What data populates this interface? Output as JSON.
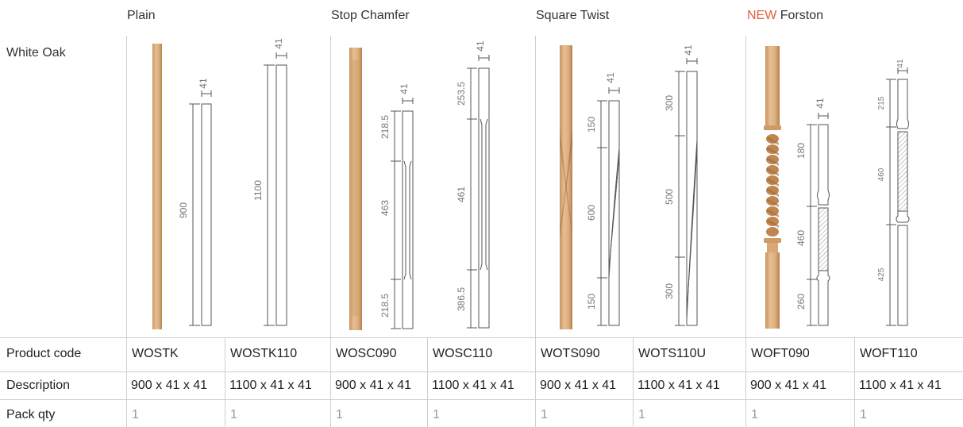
{
  "column_headers": {
    "plain": "Plain",
    "stop_chamfer": "Stop Chamfer",
    "square_twist": "Square Twist",
    "forston_new": "NEW",
    "forston": "Forston"
  },
  "species": "White Oak",
  "dimensions": {
    "width": "41",
    "wostk": "900",
    "wostk110": "1100",
    "wosc090": [
      "218.5",
      "463",
      "218.5"
    ],
    "wosc110": [
      "253.5",
      "461",
      "386.5"
    ],
    "wots090": [
      "150",
      "600",
      "150"
    ],
    "wots110": [
      "300",
      "500",
      "300"
    ],
    "woft090": [
      "180",
      "460",
      "260"
    ],
    "woft110": [
      "215",
      "460",
      "425"
    ]
  },
  "table": {
    "row_labels": {
      "code": "Product code",
      "description": "Description",
      "pack": "Pack qty"
    },
    "products": [
      {
        "code": "WOSTK",
        "description": "900 x 41 x 41",
        "pack": "1"
      },
      {
        "code": "WOSTK110",
        "description": "1100 x 41 x 41",
        "pack": "1"
      },
      {
        "code": "WOSC090",
        "description": "900 x 41 x 41",
        "pack": "1"
      },
      {
        "code": "WOSC110",
        "description": "1100 x 41 x 41",
        "pack": "1"
      },
      {
        "code": "WOTS090",
        "description": "900 x 41 x 41",
        "pack": "1"
      },
      {
        "code": "WOTS110U",
        "description": "1100 x 41 x 41",
        "pack": "1"
      },
      {
        "code": "WOFT090",
        "description": "900 x 41 x 41",
        "pack": "1"
      },
      {
        "code": "WOFT110",
        "description": "1100 x 41 x 41",
        "pack": "1"
      }
    ]
  },
  "colors": {
    "new_badge": "#e0603a",
    "oak_light": "#e2b98a",
    "oak_dark": "#c48f5c",
    "rule": "#cfcfcf"
  }
}
